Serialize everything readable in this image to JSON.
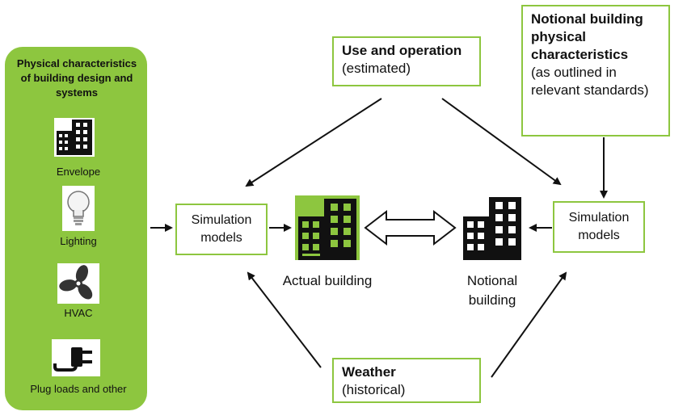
{
  "left_panel": {
    "title": "Physical characteristics of building design and systems",
    "items": [
      {
        "label": "Envelope",
        "icon": "building-icon"
      },
      {
        "label": "Lighting",
        "icon": "lightbulb-icon"
      },
      {
        "label": "HVAC",
        "icon": "fan-icon"
      },
      {
        "label": "Plug loads and other",
        "icon": "plug-icon"
      }
    ]
  },
  "use_box": {
    "title": "Use and operation",
    "subtitle": "(estimated)"
  },
  "notional_box": {
    "title": "Notional building physical characteristics",
    "subtitle": "(as outlined in relevant standards)"
  },
  "weather_box": {
    "title": "Weather",
    "subtitle": "(historical)"
  },
  "sim_left": {
    "label": "Simulation models"
  },
  "sim_right": {
    "label": "Simulation models"
  },
  "actual_building": {
    "label": "Actual building"
  },
  "notional_building": {
    "label": "Notional building"
  },
  "colors": {
    "green": "#8dc63f",
    "black": "#111111"
  }
}
